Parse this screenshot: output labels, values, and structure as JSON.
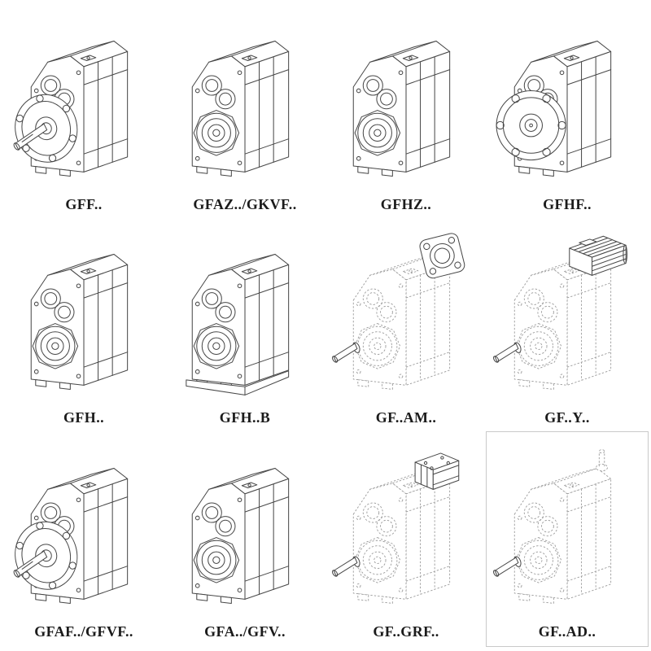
{
  "catalog": {
    "colors": {
      "line": "#474747",
      "dashed": "#989898",
      "background": "#ffffff"
    },
    "items": [
      {
        "label": "GFF..",
        "type": "solid-flange",
        "boxed": false
      },
      {
        "label": "GFAZ../GKVF..",
        "type": "solid-plain",
        "boxed": false
      },
      {
        "label": "GFHZ..",
        "type": "solid-plain",
        "boxed": false
      },
      {
        "label": "GFHF..",
        "type": "solid-flange-front",
        "boxed": false
      },
      {
        "label": "GFH..",
        "type": "solid-plain",
        "boxed": false
      },
      {
        "label": "GFH..B",
        "type": "solid-plain-foot",
        "boxed": false
      },
      {
        "label": "GF..AM..",
        "type": "dashed-adapter-flange",
        "boxed": false
      },
      {
        "label": "GF..Y..",
        "type": "dashed-motor",
        "boxed": false
      },
      {
        "label": "GFAF../GFVF..",
        "type": "solid-flange",
        "boxed": false
      },
      {
        "label": "GFA../GFV..",
        "type": "solid-plain",
        "boxed": false
      },
      {
        "label": "GF..GRF..",
        "type": "dashed-adapter-box",
        "boxed": false
      },
      {
        "label": "GF..AD..",
        "type": "dashed-shaft",
        "boxed": true
      }
    ]
  }
}
